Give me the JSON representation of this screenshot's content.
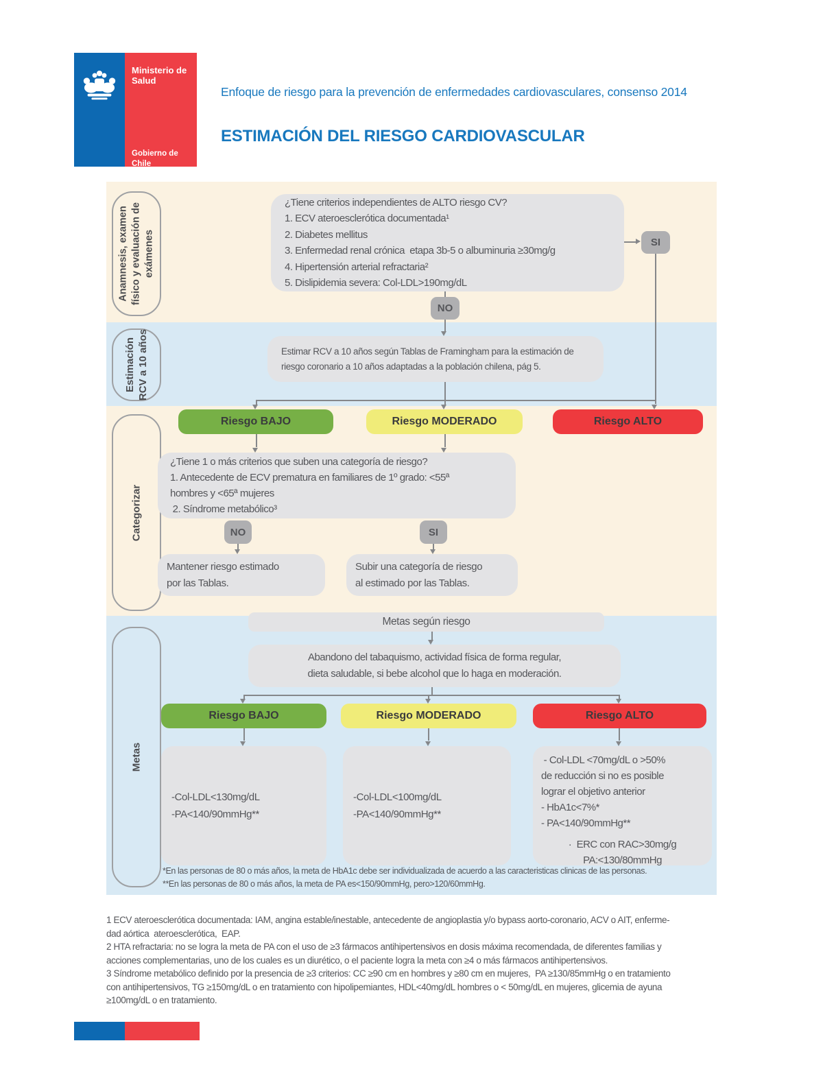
{
  "header": {
    "ministry_name": "Ministerio de\nSalud",
    "government_name": "Gobierno de Chile",
    "subtitle": "Enfoque de riesgo para la prevención de enfermedades cardiovasculares, consenso 2014",
    "title": "ESTIMACIÓN DEL RIESGO CARDIOVASCULAR"
  },
  "colors": {
    "accent_blue": "#1878BE",
    "cream_bg": "#FBF2E1",
    "blue_bg": "#D8E9F4",
    "box_gray": "#E3E3E5",
    "node_gray": "#AFAFB1",
    "risk_low_green": "#77B046",
    "risk_moderate_yellow": "#F0EC79",
    "risk_high_red": "#EE3A3E",
    "logo_blue": "#0D69B2",
    "logo_red": "#EE3F46"
  },
  "flow": {
    "anamnesis": {
      "label": "Anamnesis, examen\nfísico y evaluación de\nexámenes",
      "question": "¿Tiene criterios independientes de ALTO riesgo CV?\n1. ECV ateroesclerótica documentada¹\n2. Diabetes mellitus\n3. Enfermedad renal crónica  etapa 3b-5 o albuminuria ≥30mg/g\n4. Hipertensión arterial refractaria²\n5. Dislipidemia severa: Col-LDL>190mg/dL",
      "yes": "SI",
      "no": "NO"
    },
    "estimacion": {
      "label": "Estimación\nRCV a 10 años",
      "estimate": "Estimar RCV a 10 años según Tablas de Framingham para la estimación de\nriesgo coronario a 10 años adaptadas a la población chilena, pág 5."
    },
    "categorizar": {
      "label": "Categorizar",
      "risk_low": "Riesgo BAJO",
      "risk_moderate": "Riesgo MODERADO",
      "risk_high": "Riesgo ALTO",
      "question": "¿Tiene 1 o más criterios que suben una categoría de riesgo?\n1. Antecedente de ECV prematura en familiares de 1º grado: <55ª\nhombres y <65ª mujeres\n 2. Síndrome metabólico³",
      "no": "NO",
      "yes": "SI",
      "keep": "Mantener riesgo estimado\npor las Tablas.",
      "raise": "Subir una categoría de riesgo\nal estimado por las Tablas."
    },
    "metas": {
      "label": "Metas",
      "header": "Metas según riesgo",
      "lifestyle": "Abandono del tabaquismo, actividad física de forma regular,\ndieta saludable, si bebe alcohol que lo haga en moderación.",
      "risk_low": "Riesgo BAJO",
      "risk_moderate": "Riesgo MODERADO",
      "risk_high": "Riesgo ALTO",
      "goals_low": "-Col-LDL<130mg/dL\n-PA<140/90mmHg**",
      "goals_moderate": "-Col-LDL<100mg/dL\n-PA<140/90mmHg**",
      "goals_high_main": " - Col-LDL <70mg/dL o >50%\nde reducción si no es posible\nlograr el objetivo anterior\n- HbA1c<7%*\n- PA<140/90mmHg**",
      "goals_high_erc": "·  ERC con RAC>30mg/g\nPA:<130/80mmHg",
      "footnotes": "*En las personas de 80 o más años, la meta de HbA1c debe ser individualizada de acuerdo a las caracteristicas clinicas de las personas.\n**En las personas de 80 o más años, la meta de PA es<150/90mmHg, pero>120/60mmHg."
    }
  },
  "footnotes": {
    "note1": "1 ECV ateroesclerótica documentada: IAM, angina estable/inestable, antecedente de angioplastia y/o bypass aorto-coronario, ACV o AIT, enferme-\ndad aórtica  ateroesclerótica,  EAP.",
    "note2": "2 HTA refractaria: no se logra la meta de PA con el uso de ≥3 fármacos antihipertensivos en dosis máxima recomendada, de diferentes familias y\nacciones complementarias, uno de los cuales es un diurético, o el paciente logra la meta con ≥4 o más fármacos antihipertensivos.",
    "note3": "3 Síndrome metabólico definido por la presencia de ≥3 criterios: CC ≥90 cm en hombres y ≥80 cm en mujeres,  PA ≥130/85mmHg o en tratamiento\ncon antihipertensivos, TG ≥150mg/dL o en tratamiento con hipolipemiantes, HDL<40mg/dL hombres o < 50mg/dL en mujeres, glicemia de ayuna\n≥100mg/dL o en tratamiento."
  }
}
